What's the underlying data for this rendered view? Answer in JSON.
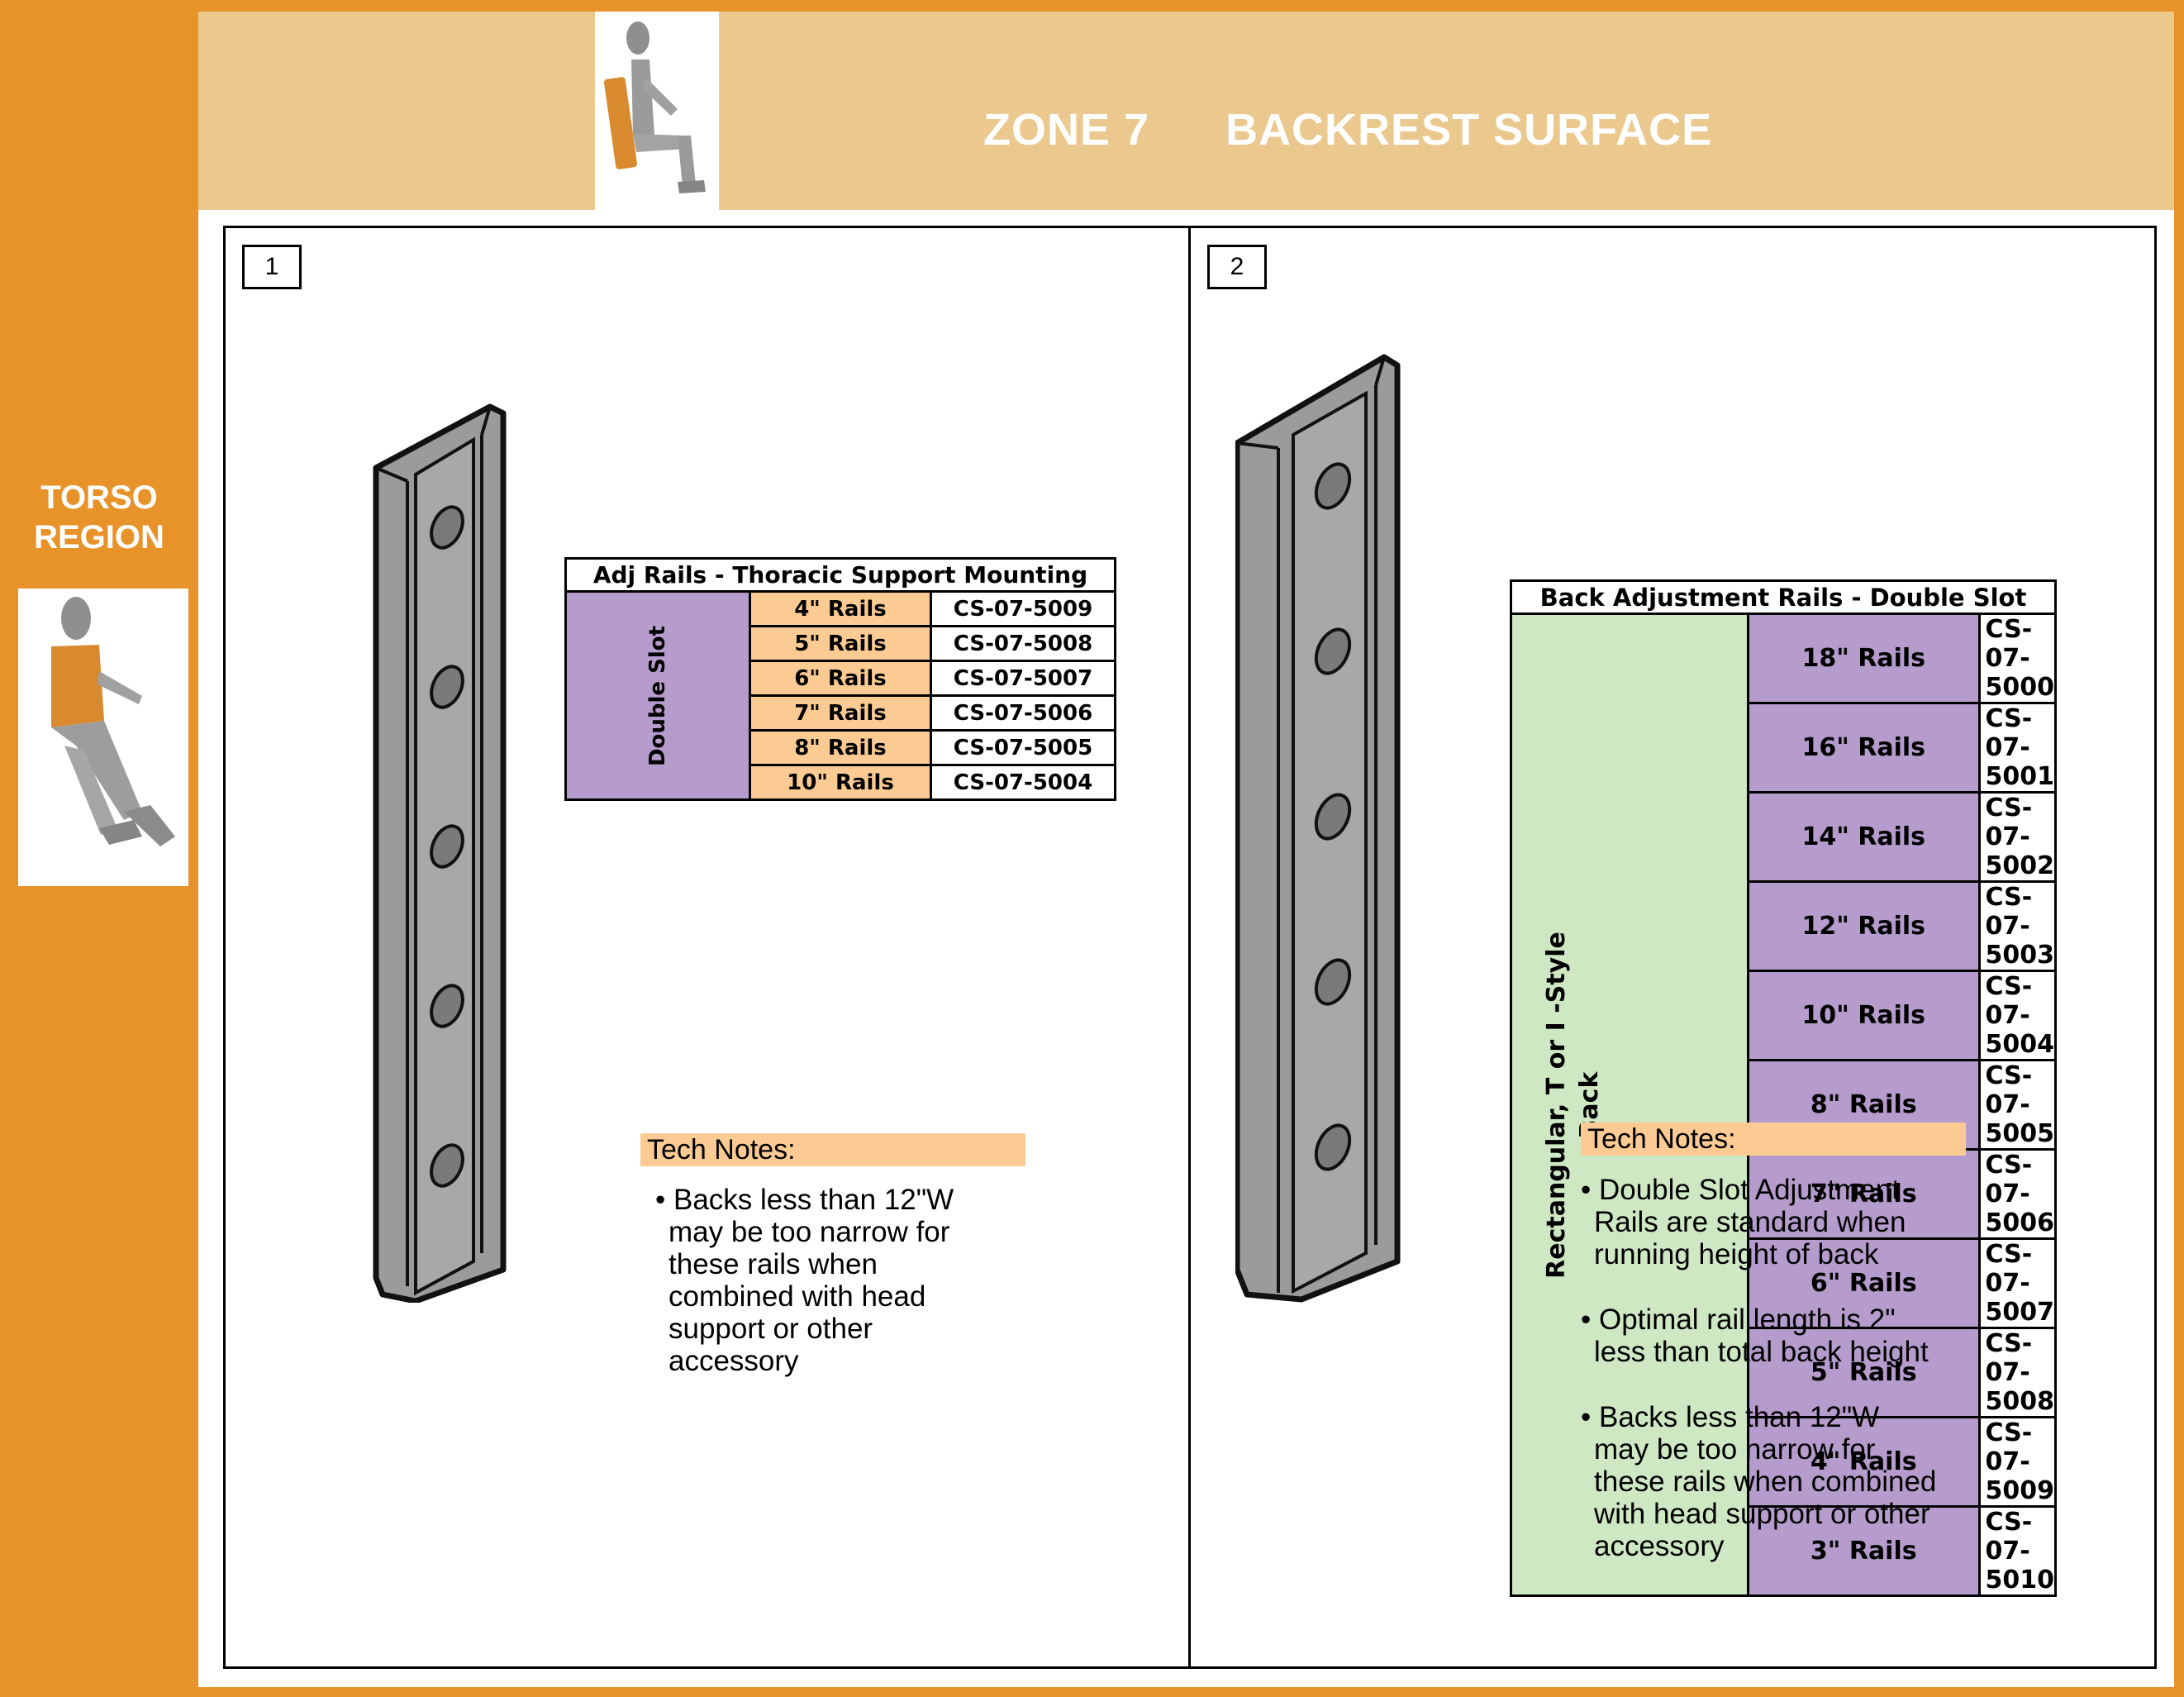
{
  "header": {
    "zone_label": "ZONE 7",
    "title": "BACKREST SURFACE"
  },
  "sidebar": {
    "region_line1": "TORSO",
    "region_line2": "REGION"
  },
  "panels": [
    {
      "number": "1",
      "table": {
        "title": "Adj Rails - Thoracic Support Mounting",
        "group_label": "Double Slot",
        "rows": [
          {
            "size": "4\" Rails",
            "part": "CS-07-5009"
          },
          {
            "size": "5\" Rails",
            "part": "CS-07-5008"
          },
          {
            "size": "6\" Rails",
            "part": "CS-07-5007"
          },
          {
            "size": "7\" Rails",
            "part": "CS-07-5006"
          },
          {
            "size": "8\" Rails",
            "part": "CS-07-5005"
          },
          {
            "size": "10\" Rails",
            "part": "CS-07-5004"
          }
        ]
      },
      "tech_notes": {
        "heading": "Tech Notes:",
        "items": [
          "• Backs less than 12\"W may be too narrow for these rails when combined with head support or other accessory"
        ]
      }
    },
    {
      "number": "2",
      "table": {
        "title": "Back Adjustment Rails - Double Slot",
        "group_label": "Rectangular, T or I -Style Back",
        "rows": [
          {
            "size": "18\" Rails",
            "part": "CS-07-5000"
          },
          {
            "size": "16\" Rails",
            "part": "CS-07-5001"
          },
          {
            "size": "14\" Rails",
            "part": "CS-07-5002"
          },
          {
            "size": "12\" Rails",
            "part": "CS-07-5003"
          },
          {
            "size": "10\" Rails",
            "part": "CS-07-5004"
          },
          {
            "size": "8\" Rails",
            "part": "CS-07-5005"
          },
          {
            "size": "7\" Rails",
            "part": "CS-07-5006"
          },
          {
            "size": "6\" Rails",
            "part": "CS-07-5007"
          },
          {
            "size": "5\" Rails",
            "part": "CS-07-5008"
          },
          {
            "size": "4\" Rails",
            "part": "CS-07-5009"
          },
          {
            "size": "3\" Rails",
            "part": "CS-07-5010"
          }
        ]
      },
      "tech_notes": {
        "heading": "Tech Notes:",
        "items": [
          "• Double Slot Adjustment Rails are standard when running height of back",
          "• Optimal rail length is 2\" less than total back height",
          "• Backs less than 12\"W may be too narrow for these rails when combined with head support or other accessory"
        ]
      }
    }
  ],
  "colors": {
    "orange": "#e8932a",
    "header_tan": "#ebc88e",
    "purple": "#b59ccc",
    "peach": "#fccb93",
    "green": "#cfe8c4",
    "rail_gray": "#9b9b9b"
  }
}
